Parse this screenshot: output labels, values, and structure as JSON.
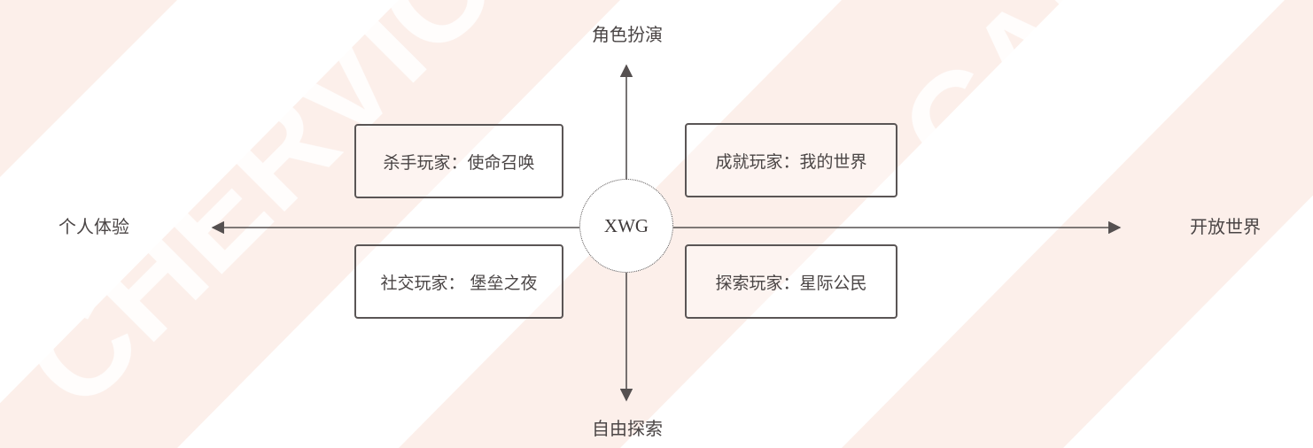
{
  "diagram": {
    "center_label": "XWG",
    "axes": {
      "top": "角色扮演",
      "bottom": "自由探索",
      "left": "个人体验",
      "right": "开放世界"
    },
    "quadrants": {
      "top_left": "杀手玩家：使命召唤",
      "top_right": "成就玩家：我的世界",
      "bottom_left": "社交玩家： 堡垒之夜",
      "bottom_right": "探索玩家：星际公民"
    }
  },
  "watermark": {
    "text": "CHERVIC CAIGA",
    "color": "#fbeae4"
  },
  "colors": {
    "line": "#555050",
    "text": "#4a4545",
    "box_border": "#5a5555"
  }
}
